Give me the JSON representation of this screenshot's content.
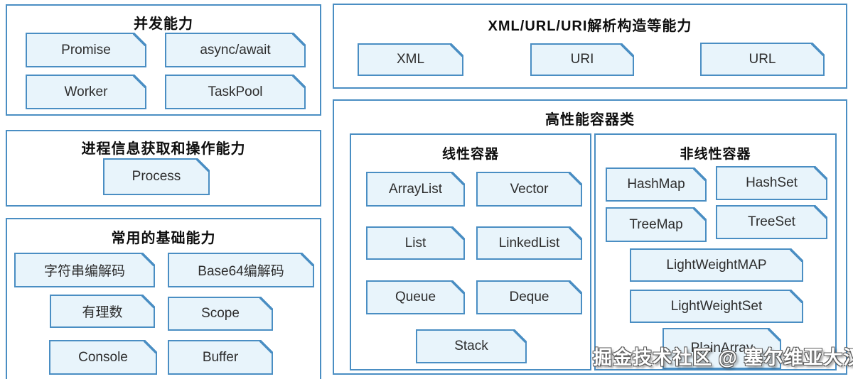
{
  "watermark": "掘金技术社区 @ 塞尔维亚大汉",
  "colors": {
    "border": "#4a8ec3",
    "chip_fill": "#e8f4fb",
    "title_text": "#0d0d0d",
    "chip_text": "#2d2d2d"
  },
  "groups": {
    "concurrency": {
      "title": "并发能力",
      "items": [
        "Promise",
        "async/await",
        "Worker",
        "TaskPool"
      ]
    },
    "process": {
      "title": "进程信息获取和操作能力",
      "items": [
        "Process"
      ]
    },
    "basic": {
      "title": "常用的基础能力",
      "items": [
        "字符串编解码",
        "Base64编解码",
        "有理数",
        "Scope",
        "Console",
        "Buffer"
      ]
    },
    "xmluri": {
      "title": "XML/URL/URI解析构造等能力",
      "items": [
        "XML",
        "URI",
        "URL"
      ]
    },
    "containers": {
      "title": "高性能容器类",
      "linear": {
        "title": "线性容器",
        "items": [
          "ArrayList",
          "Vector",
          "List",
          "LinkedList",
          "Queue",
          "Deque",
          "Stack"
        ]
      },
      "nonlinear": {
        "title": "非线性容器",
        "items": [
          "HashMap",
          "HashSet",
          "TreeMap",
          "TreeSet",
          "LightWeightMAP",
          "LightWeightSet",
          "PlainArray"
        ]
      }
    }
  }
}
